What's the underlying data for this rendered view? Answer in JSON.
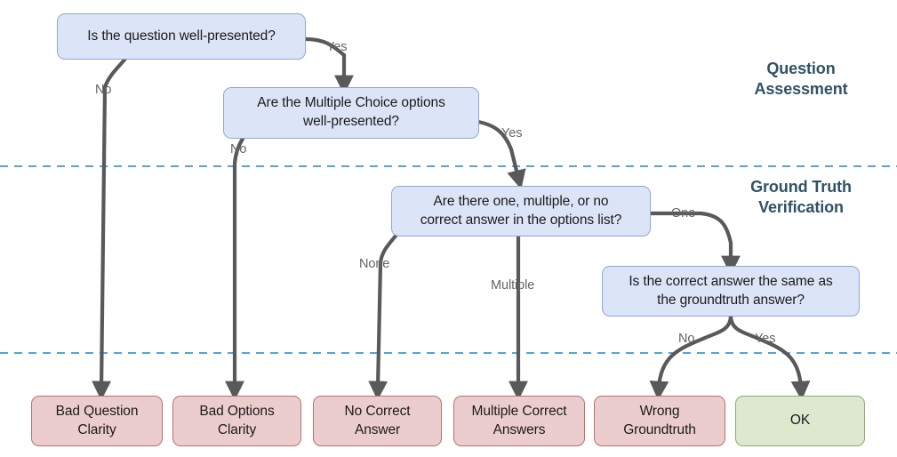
{
  "diagram": {
    "title": "Question and Ground Truth Verification Flowchart",
    "colors": {
      "decision_fill": "#dce4f7",
      "decision_border": "#91a7d8",
      "bad_fill": "#eccdcd",
      "bad_border": "#b9706f",
      "ok_fill": "#dde8cf",
      "ok_border": "#8cad6b",
      "edge": "#595959",
      "edge_label": "#656565",
      "phase_label": "#2f5265",
      "divider": "#3d97d3"
    },
    "decision_nodes": [
      {
        "id": "q1",
        "text": "Is the question well-presented?"
      },
      {
        "id": "q2",
        "text": "Are the Multiple Choice options\nwell-presented?"
      },
      {
        "id": "q3",
        "text": "Are there one, multiple, or no\ncorrect answer in  the options list?"
      },
      {
        "id": "q4",
        "text": "Is the correct answer the same as\nthe groundtruth answer?"
      }
    ],
    "terminal_nodes": [
      {
        "id": "t1",
        "text": "Bad Question\nClarity",
        "kind": "bad"
      },
      {
        "id": "t2",
        "text": "Bad Options\nClarity",
        "kind": "bad"
      },
      {
        "id": "t3",
        "text": "No Correct\nAnswer",
        "kind": "bad"
      },
      {
        "id": "t4",
        "text": "Multiple Correct\nAnswers",
        "kind": "bad"
      },
      {
        "id": "t5",
        "text": "Wrong\nGroundtruth",
        "kind": "bad"
      },
      {
        "id": "t6",
        "text": "OK",
        "kind": "ok"
      }
    ],
    "edge_labels": [
      {
        "id": "e1",
        "text": "Yes"
      },
      {
        "id": "e2",
        "text": "No"
      },
      {
        "id": "e3",
        "text": "Yes"
      },
      {
        "id": "e4",
        "text": "No"
      },
      {
        "id": "e5",
        "text": "One"
      },
      {
        "id": "e6",
        "text": "None"
      },
      {
        "id": "e7",
        "text": "Multiple"
      },
      {
        "id": "e8",
        "text": "No"
      },
      {
        "id": "e9",
        "text": "Yes"
      }
    ],
    "phases": [
      {
        "id": "p1",
        "text": "Question\nAssessment"
      },
      {
        "id": "p2",
        "text": "Ground Truth\nVerification"
      }
    ]
  }
}
